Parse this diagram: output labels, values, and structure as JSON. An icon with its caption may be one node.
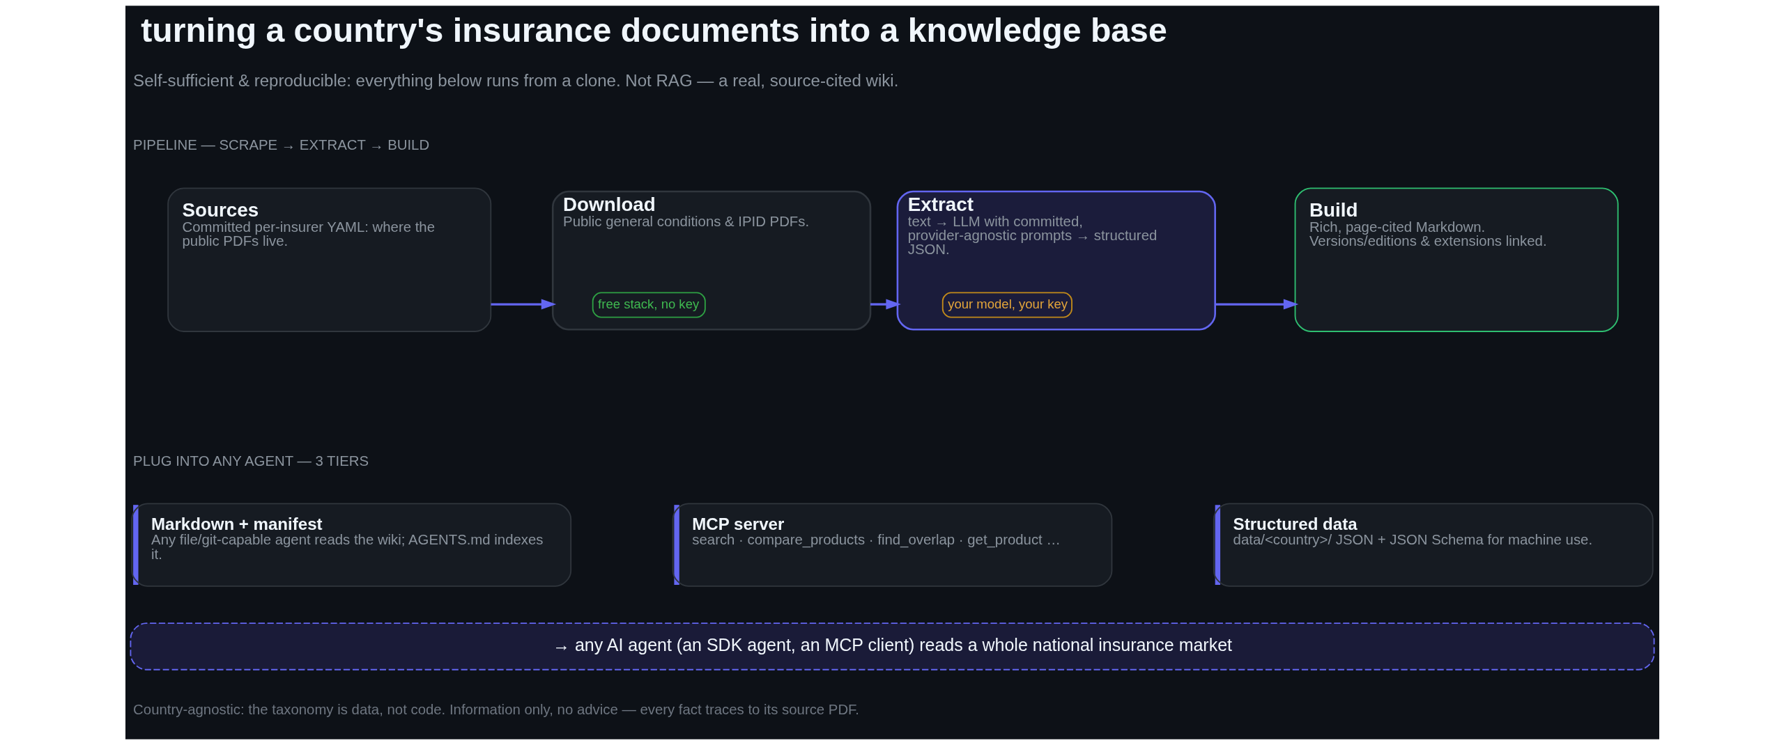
{
  "diagram": {
    "title": "turning a country's insurance documents into a knowledge base",
    "nodes": [
      {
        "text": [
          "Sources",
          "Committed per-insurer YAML: where the public PDFs live."
        ]
      },
      {
        "text": [
          "Download",
          "Public general conditions & IPID PDFs."
        ]
      },
      {
        "text": [
          "free stack, no key"
        ],
        "in": 1
      },
      {
        "text": [
          "Extract",
          "text → LLM with committed, provider-agnostic prompts → structured JSON."
        ]
      },
      {
        "text": [
          "your model, your key"
        ],
        "in": 3
      },
      {
        "text": [
          "Build",
          "Rich, page-cited Markdown. Versions/editions & extensions linked."
        ]
      },
      {
        "text": [
          "Markdown + manifest",
          "Any file/git-capable agent reads the wiki; AGENTS.md indexes it."
        ]
      },
      {
        "text": [
          "MCP server",
          "search · compare_products · find_overlap · get_product …"
        ]
      },
      {
        "text": [
          "Structured data",
          "data/<country>/ JSON + JSON Schema for machine use."
        ]
      },
      {
        "text": [
          "→ any AI agent (an SDK agent, an MCP client) reads a whole national insurance market"
        ]
      }
    ],
    "edges": [
      {
        "from": 0,
        "to": 1,
        "arrow": "to"
      },
      {
        "from": 1,
        "to": 3,
        "arrow": "to"
      },
      {
        "from": 3,
        "to": 5,
        "arrow": "to"
      }
    ],
    "labels": [
      "Self-sufficient & reproducible: everything below runs from a clone. Not RAG — a real, source-cited wiki.",
      "PIPELINE — SCRAPE → EXTRACT → BUILD",
      "PLUG INTO ANY AGENT — 3 TIERS",
      "Country-agnostic: the taxonomy is data, not code. Information only, no advice — every fact traces to its source PDF."
    ]
  }
}
